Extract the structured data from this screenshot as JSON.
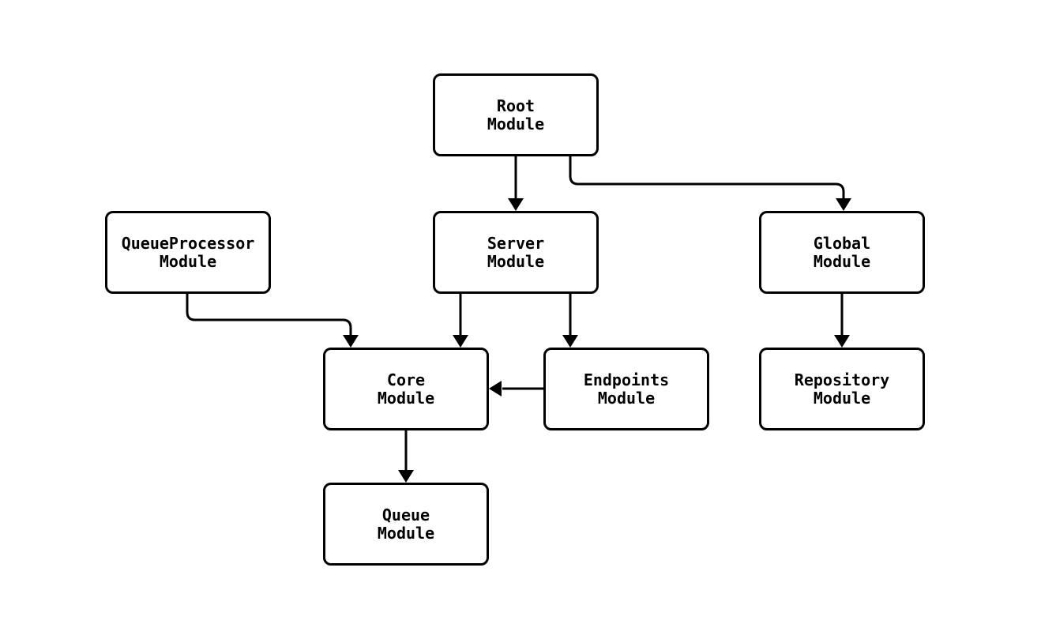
{
  "diagram": {
    "type": "flowchart",
    "background_color": "#ffffff",
    "node_fill_color": "#ffffff",
    "stroke_color": "#000000",
    "text_color": "#000000",
    "nodes": [
      {
        "id": "root",
        "line1": "Root",
        "line2": "Module"
      },
      {
        "id": "queueprocessor",
        "line1": "QueueProcessor",
        "line2": "Module"
      },
      {
        "id": "server",
        "line1": "Server",
        "line2": "Module"
      },
      {
        "id": "global",
        "line1": "Global",
        "line2": "Module"
      },
      {
        "id": "core",
        "line1": "Core",
        "line2": "Module"
      },
      {
        "id": "endpoints",
        "line1": "Endpoints",
        "line2": "Module"
      },
      {
        "id": "repository",
        "line1": "Repository",
        "line2": "Module"
      },
      {
        "id": "queue",
        "line1": "Queue",
        "line2": "Module"
      }
    ],
    "edges": [
      {
        "from": "root",
        "to": "server"
      },
      {
        "from": "root",
        "to": "global"
      },
      {
        "from": "server",
        "to": "core"
      },
      {
        "from": "server",
        "to": "endpoints"
      },
      {
        "from": "queueprocessor",
        "to": "core"
      },
      {
        "from": "endpoints",
        "to": "core"
      },
      {
        "from": "global",
        "to": "repository"
      },
      {
        "from": "core",
        "to": "queue"
      }
    ]
  }
}
